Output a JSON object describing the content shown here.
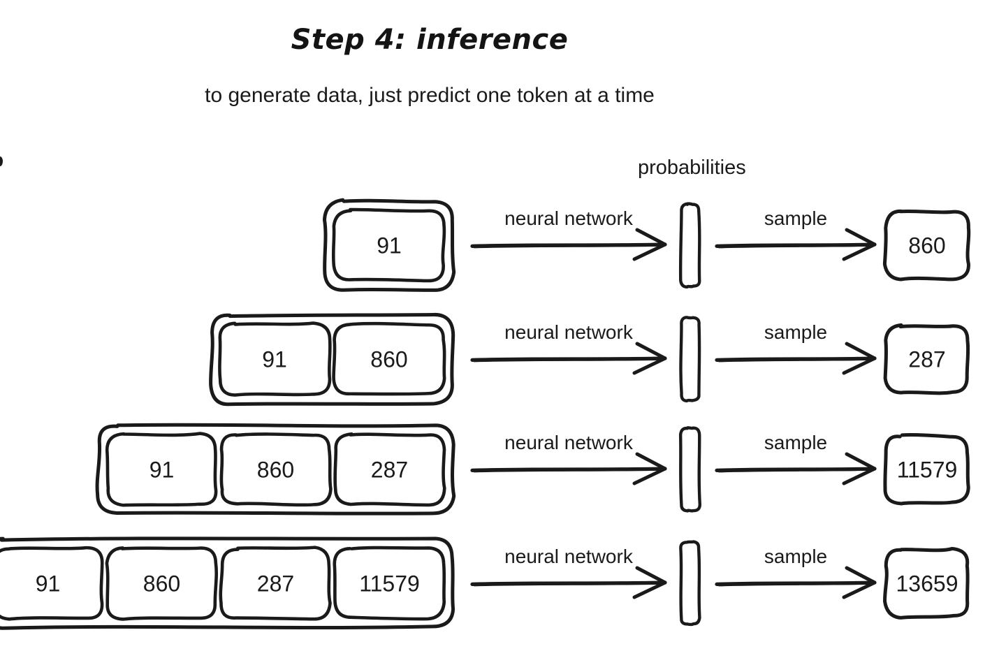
{
  "title": "Step 4: inference",
  "subtitle": "to generate data, just predict one token at a time",
  "probabilities_label": "probabilities",
  "colors": {
    "stroke": "#1a1a1a",
    "background": "#ffffff",
    "text": "#1a1a1a"
  },
  "labels": {
    "neural_network": "neural network",
    "sample": "sample"
  },
  "rows": [
    {
      "tokens": [
        "91"
      ],
      "nn_label": "neural network",
      "sample_label": "sample",
      "output": "860"
    },
    {
      "tokens": [
        "91",
        "860"
      ],
      "nn_label": "neural network",
      "sample_label": "sample",
      "output": "287"
    },
    {
      "tokens": [
        "91",
        "860",
        "287"
      ],
      "nn_label": "neural network",
      "sample_label": "sample",
      "output": "11579"
    },
    {
      "tokens": [
        "91",
        "860",
        "287",
        "11579"
      ],
      "nn_label": "neural network",
      "sample_label": "sample",
      "output": "13659"
    }
  ]
}
